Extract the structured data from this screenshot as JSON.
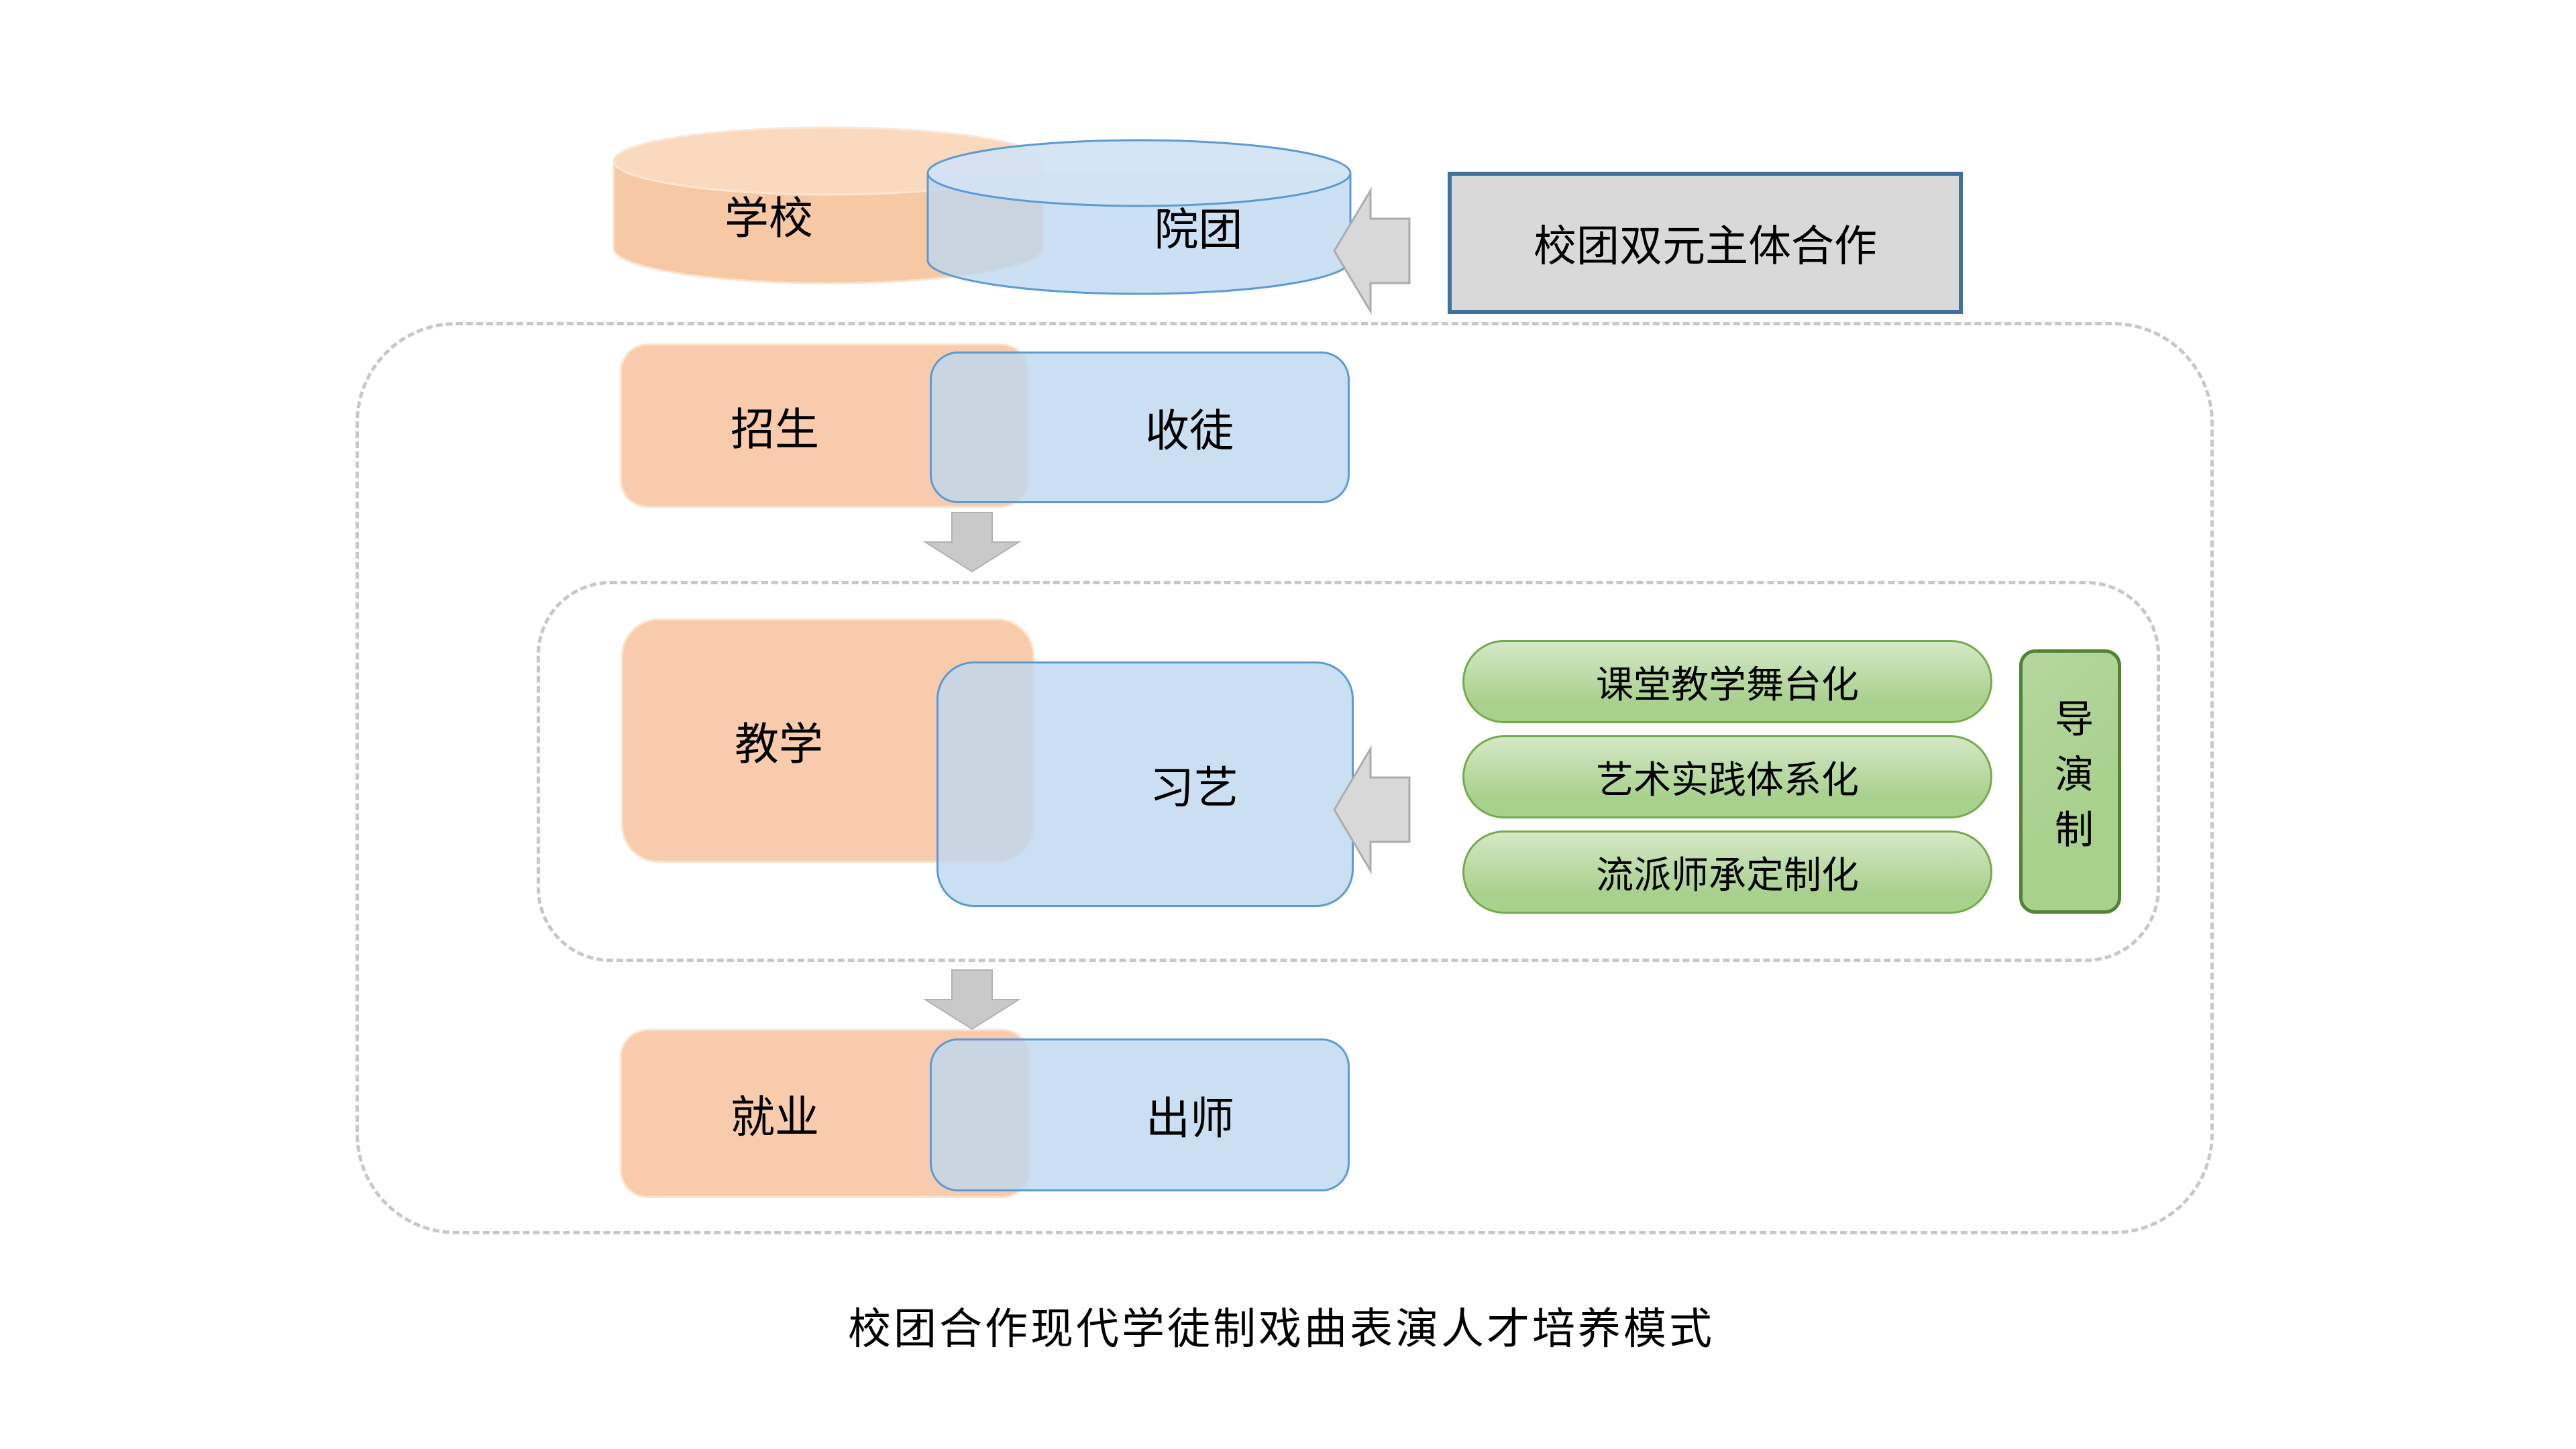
{
  "title_caption": "校团合作现代学徒制戏曲表演人才培养模式",
  "top_section": {
    "school_label": "学校",
    "troupe_label": "院团",
    "cooperation_label": "校团双元主体合作"
  },
  "stages": {
    "enrollment": {
      "school": "招生",
      "troupe": "收徒"
    },
    "teaching": {
      "school": "教学",
      "troupe": "习艺"
    },
    "employment": {
      "school": "就业",
      "troupe": "出师"
    }
  },
  "teaching_methods": [
    "课堂教学舞台化",
    "艺术实践体系化",
    "流派师承定制化"
  ],
  "director_system_label": "导演制",
  "palette": {
    "orange_fill": "#F8CBAD",
    "orange_glow": "#FAE3C8",
    "blue_fill": "#BDD7EE",
    "blue_border": "#5B9BD5",
    "green_fill": "#A9D18E",
    "green_border": "#70AD47",
    "green_dark_border": "#538135",
    "gray_box_fill": "#D9D9D9",
    "gray_box_border": "#41719C",
    "arrow_fill": "#D8D8D8",
    "arrow_border": "#ACACAC",
    "dashed_border": "#C8C8C8"
  }
}
